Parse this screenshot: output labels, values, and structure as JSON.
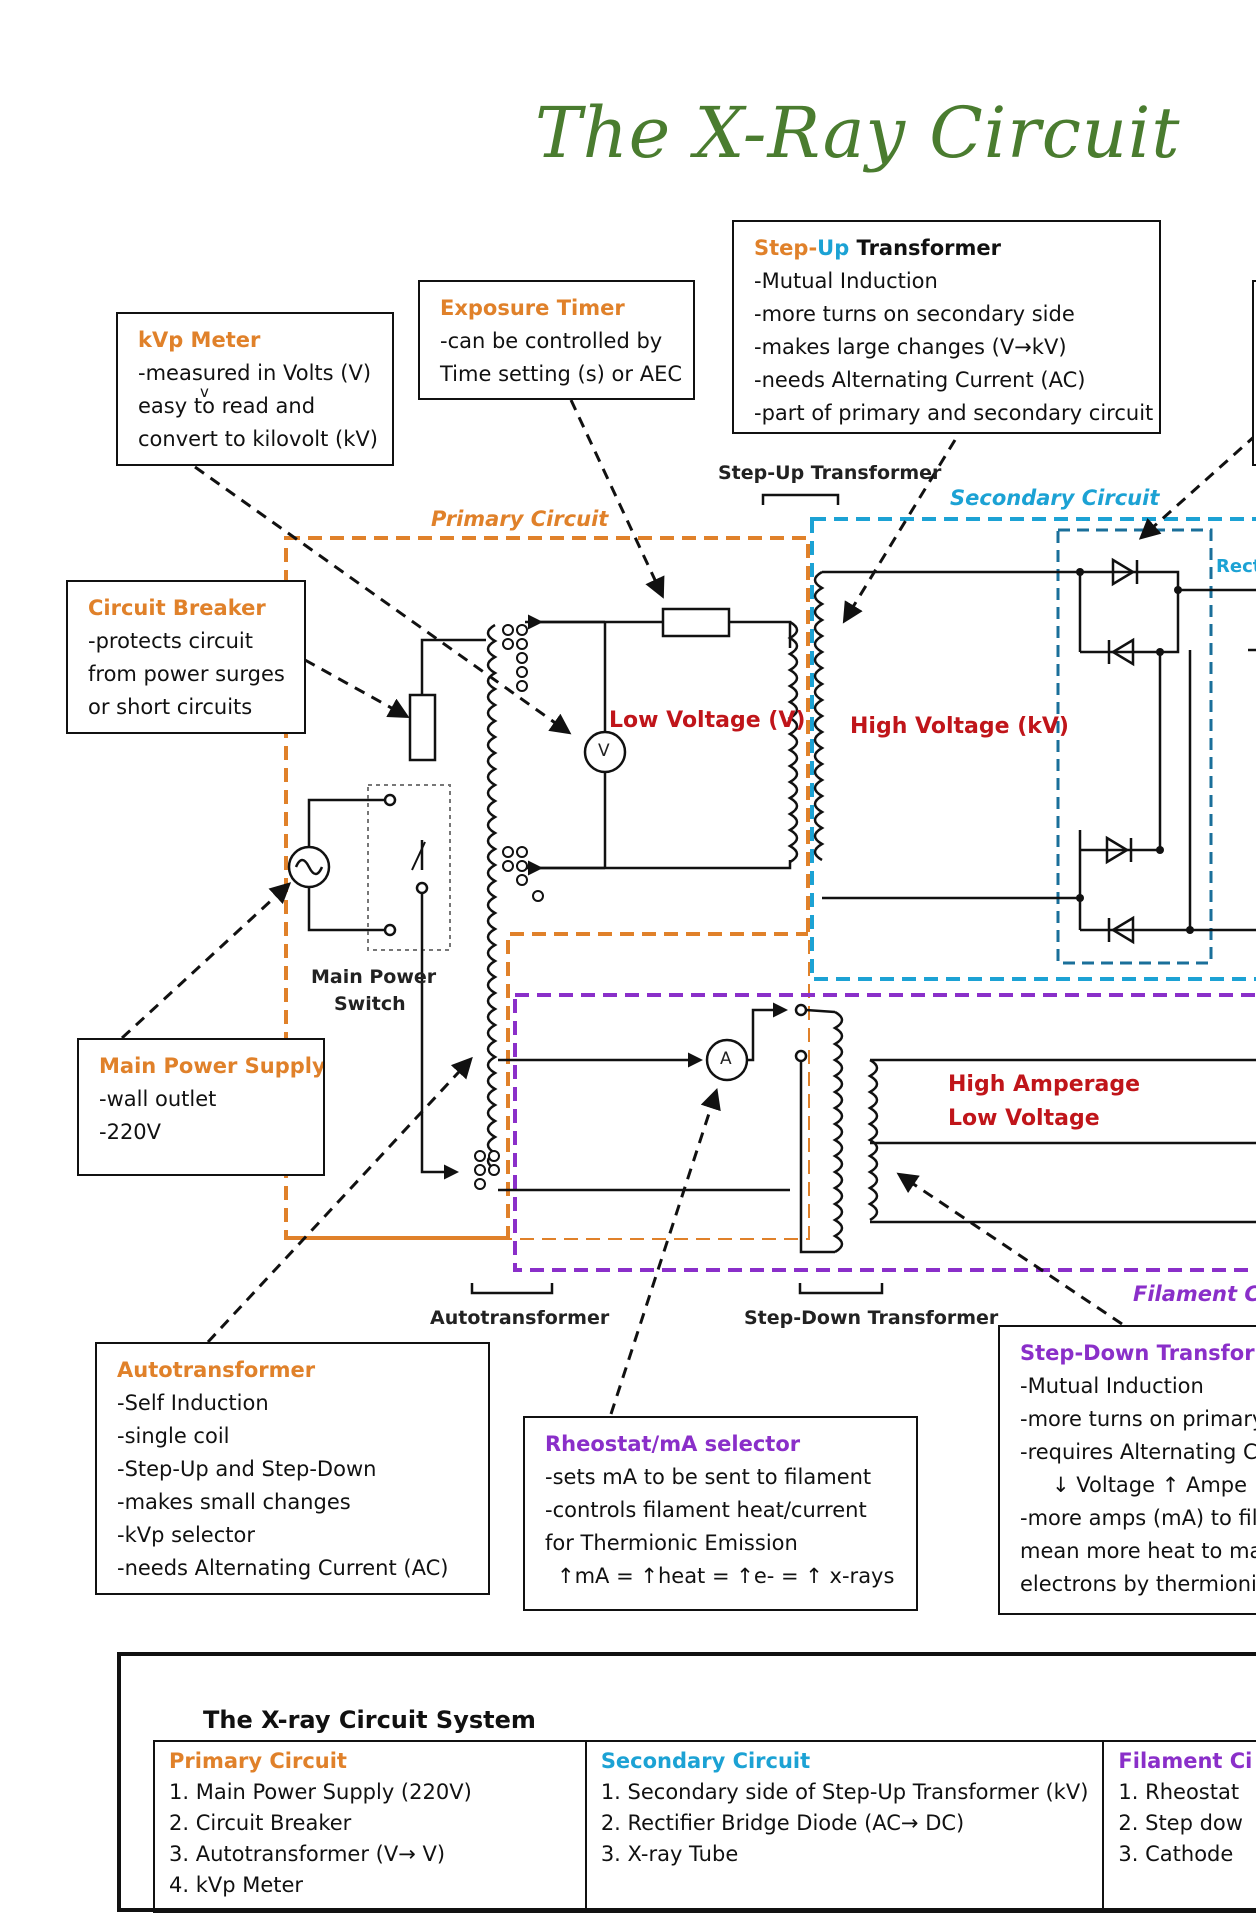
{
  "title": "The X-Ray Circuit",
  "boxes": {
    "kvp_meter": {
      "heading": "kVp Meter",
      "lines": [
        "-measured in Volts (V)",
        "easy to read and",
        "convert to kilovolt (kV)"
      ],
      "stray_mark": "v"
    },
    "exposure_timer": {
      "heading": "Exposure Timer",
      "lines": [
        "-can be controlled by",
        "Time setting (s) or AEC"
      ]
    },
    "step_up": {
      "heading_a": "Step-",
      "heading_b": "Up",
      "heading_c": " Transformer",
      "lines": [
        "-Mutual Induction",
        "-more turns on secondary side",
        "-makes large changes (V→kV)",
        "-needs Alternating Current (AC)",
        "-part of primary and secondary circuit"
      ]
    },
    "circuit_breaker": {
      "heading": "Circuit Breaker",
      "lines": [
        "-protects circuit",
        "from power surges",
        "or short circuits"
      ]
    },
    "main_power_supply": {
      "heading": "Main Power Supply",
      "lines": [
        "-wall outlet",
        "-220V"
      ]
    },
    "autotransformer": {
      "heading": "Autotransformer",
      "lines": [
        "-Self Induction",
        "-single coil",
        "-Step-Up and Step-Down",
        "-makes small changes",
        "-kVp selector",
        "-needs Alternating Current (AC)"
      ]
    },
    "rheostat": {
      "heading": "Rheostat/mA selector",
      "lines": [
        "-sets mA to be sent to filament",
        "-controls filament heat/current",
        "for Thermionic Emission",
        "↑mA = ↑heat = ↑e- = ↑ x-rays"
      ]
    },
    "step_down": {
      "heading": "Step-Down Transformer",
      "lines": [
        "-Mutual Induction",
        "-more turns on primary",
        "-requires Alternating Cu",
        "↓ Voltage ↑ Ampe",
        "-more amps (mA) to fila",
        "mean more heat to ma",
        "electrons by thermionic"
      ]
    }
  },
  "labels": {
    "step_up_transformer": "Step-Up Transformer",
    "main_power_switch_1": "Main Power",
    "main_power_switch_2": "Switch",
    "autotransformer": "Autotransformer",
    "step_down_transformer": "Step-Down Transformer",
    "voltmeter_symbol": "V",
    "ammeter_symbol": "A",
    "rectifier_partial": "Rect"
  },
  "regions": {
    "primary": "Primary Circuit",
    "secondary": "Secondary Circuit",
    "filament": "Filament Ci"
  },
  "voltage_labels": {
    "low_voltage": "Low Voltage (V)",
    "high_voltage": "High Voltage (kV)",
    "high_amperage": "High Amperage",
    "low_voltage_2": "Low Voltage"
  },
  "summary": {
    "title": "The X-ray Circuit System",
    "columns": [
      {
        "heading": "Primary Circuit",
        "items": [
          "1. Main Power Supply (220V)",
          "2. Circuit Breaker",
          "3. Autotransformer (V→ V)",
          "4. kVp Meter"
        ]
      },
      {
        "heading": "Secondary Circuit",
        "items": [
          "1. Secondary side of Step-Up Transformer (kV)",
          "2. Rectifier Bridge Diode (AC→ DC)",
          "3. X-ray Tube"
        ]
      },
      {
        "heading": "Filament Ci",
        "items": [
          "1. Rheostat",
          "2. Step dow",
          "3. Cathode"
        ]
      }
    ]
  },
  "colors": {
    "title_green": "#4a7c2f",
    "primary_orange": "#e0812a",
    "secondary_blue": "#1ca2d4",
    "filament_purple": "#8a2fc9",
    "voltage_red": "#c0151a"
  }
}
